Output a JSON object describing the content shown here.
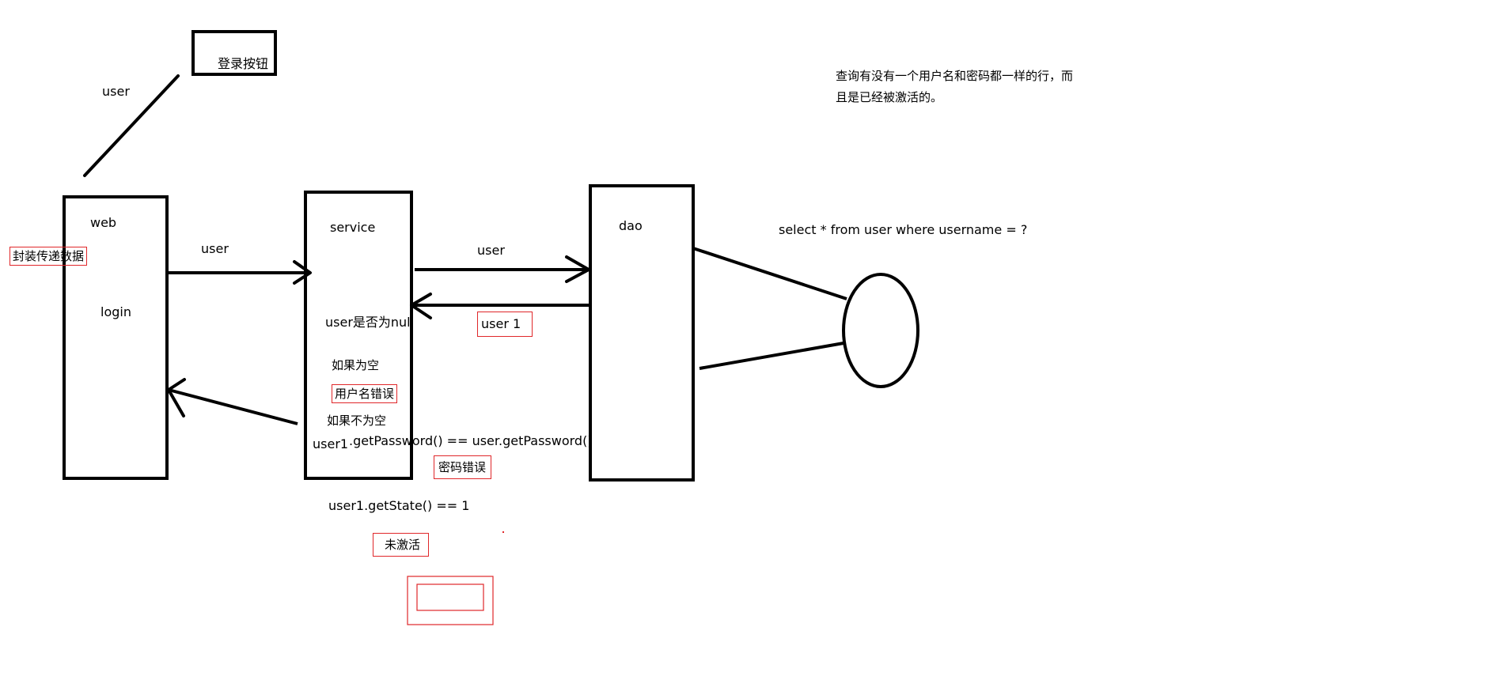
{
  "diagram": {
    "login_button_label": "登录按钮",
    "user_top_label": "user",
    "web": {
      "title": "web",
      "sub": "login",
      "note": "封装传递数据"
    },
    "web_to_service_label": "user",
    "service": {
      "title": "service",
      "null_check": "user是否为null",
      "if_empty": "如果为空",
      "username_error": "用户名错误",
      "if_not_empty": "如果不为空",
      "user1_label": "user1",
      "password_compare": ".getPassword() == user.getPassword()",
      "password_error": "密码错误",
      "state_check": "user1.getState() == 1",
      "not_activated": "未激活"
    },
    "service_to_dao_label": "user",
    "dao_to_service_label": "user  1",
    "dao": {
      "title": "dao"
    },
    "sql": "select * from user where username = ?",
    "query_note_line1": "查询有没有一个用户名和密码都一样的行，而",
    "query_note_line2": "且是已经被激活的。",
    "colors": {
      "stroke": "#000000",
      "annotation_red": "#e0272a"
    }
  }
}
